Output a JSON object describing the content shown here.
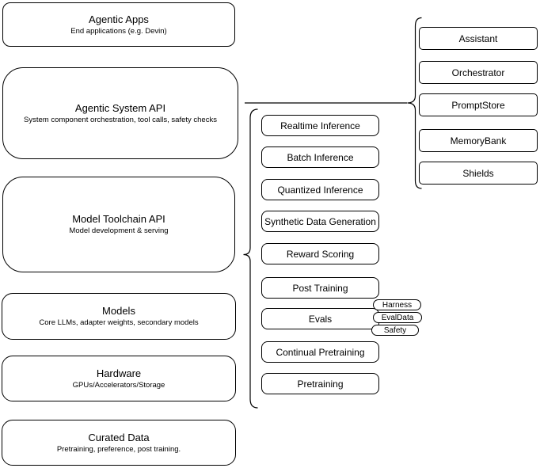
{
  "diagram": {
    "stack": [
      {
        "title": "Agentic Apps",
        "subtitle": "End applications (e.g. Devin)"
      },
      {
        "title": "Agentic System API",
        "subtitle": "System component orchestration, tool calls, safety checks"
      },
      {
        "title": "Model Toolchain API",
        "subtitle": "Model development & serving"
      },
      {
        "title": "Models",
        "subtitle": "Core LLMs, adapter weights, secondary models"
      },
      {
        "title": "Hardware",
        "subtitle": "GPUs/Accelerators/Storage"
      },
      {
        "title": "Curated Data",
        "subtitle": "Pretraining, preference, post training."
      }
    ],
    "toolchain_components": [
      "Realtime Inference",
      "Batch Inference",
      "Quantized Inference",
      "Synthetic Data Generation",
      "Reward Scoring",
      "Post Training",
      "Evals",
      "Continual Pretraining",
      "Pretraining"
    ],
    "evals_tags": [
      "Harness",
      "EvalData",
      "Safety"
    ],
    "system_components": [
      "Assistant",
      "Orchestrator",
      "PromptStore",
      "MemoryBank",
      "Shields"
    ],
    "colors": {
      "stroke": "#000000",
      "fill": "#ffffff",
      "text": "#000000"
    }
  }
}
